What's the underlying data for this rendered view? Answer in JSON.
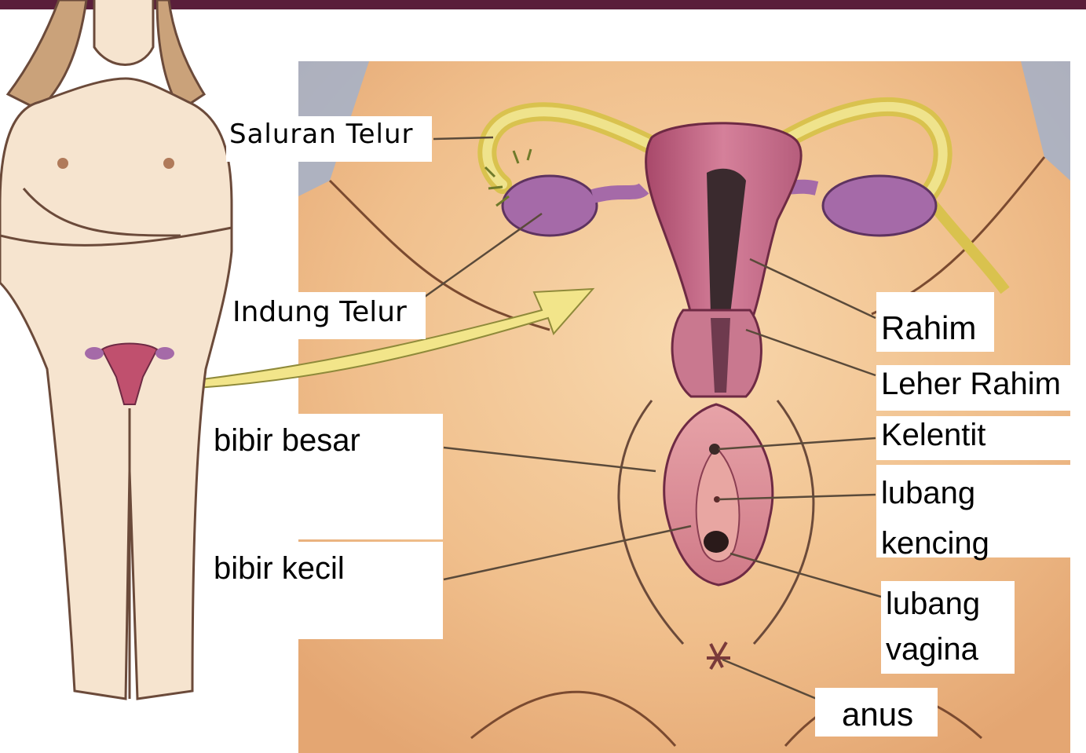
{
  "colors": {
    "top_bar": "#5a1e3a",
    "background_skin": "#f3c89a",
    "body_outline": "#6b4a3a",
    "uterus": "#c0607e",
    "ovary": "#a56aa8",
    "tube": "#e6d36a",
    "arrow": "#f2e58a"
  },
  "labels": {
    "saluran_telur": "Saluran Telur",
    "indung_telur": "Indung  Telur",
    "rahim": "Rahim",
    "leher_rahim": "Leher Rahim",
    "kelentit": "Kelentit",
    "lubang_kencing": "lubang kencing",
    "bibir_besar": "bibir besar",
    "bibir_kecil": "bibir kecil",
    "lubang_vagina": "lubang vagina",
    "anus": "anus"
  }
}
